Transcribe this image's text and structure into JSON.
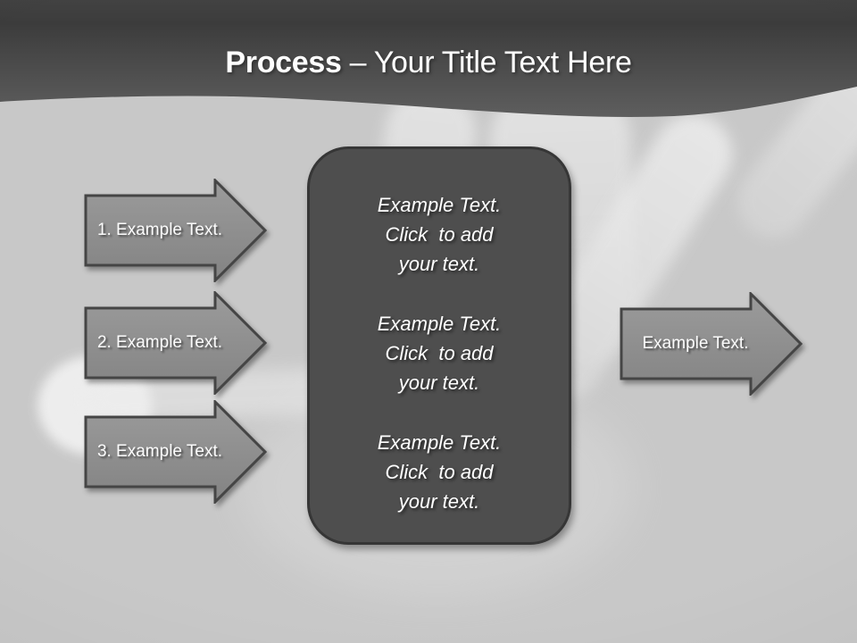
{
  "title": {
    "emphasis": "Process",
    "rest": "– Your Title Text Here"
  },
  "left_arrows": [
    {
      "label": "1. Example Text."
    },
    {
      "label": "2. Example Text."
    },
    {
      "label": "3. Example Text."
    }
  ],
  "right_arrow": {
    "label": "Example Text."
  },
  "center_panel": {
    "blocks": [
      {
        "lines": [
          "Example Text.",
          "Click  to add",
          "your text."
        ]
      },
      {
        "lines": [
          "Example Text.",
          "Click  to add",
          "your text."
        ]
      },
      {
        "lines": [
          "Example Text.",
          "Click  to add",
          "your text."
        ]
      }
    ]
  },
  "background": {
    "description": "faint grayscale photo of a spread hand"
  },
  "colors": {
    "header_top": "#3e3e3e",
    "header_bottom": "#5e5e5e",
    "slide_background": "#c8c8c8",
    "arrow_fill": "#8f8f8f",
    "arrow_border": "#454545",
    "panel_fill": "#4e4e4e",
    "panel_border": "#363636",
    "text": "#ffffff"
  }
}
